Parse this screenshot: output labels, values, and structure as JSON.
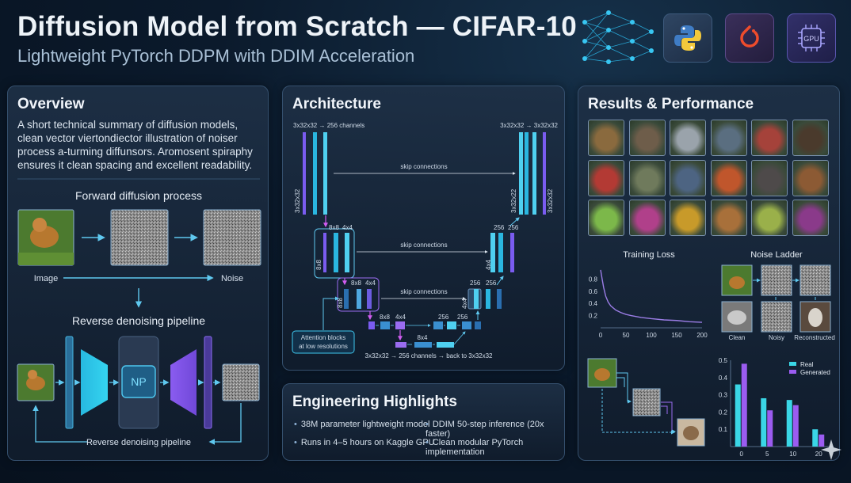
{
  "header": {
    "title": "Diffusion Model from Scratch — CIFAR-10",
    "subtitle": "Lightweight PyTorch DDPM with DDIM Acceleration",
    "gpu_label": "GPU"
  },
  "overview": {
    "title": "Overview",
    "body": "A short technical summary of diffusion models, clean vector viertondiector illustration of noiser process  a-turming diffunsors. Aromosent spiraphy ensures it clean spacing and excellent readability.",
    "forward_title": "Forward diffusion process",
    "image_label": "Image",
    "noise_label": "Noise",
    "reverse_title": "Reverse denoising pipeline",
    "np_label": "NP",
    "reverse_caption": "Reverse denoising pipeline"
  },
  "architecture": {
    "title": "Architecture",
    "top_left": "3x32x32 → 256 channels",
    "top_right": "3x32x32 → 3x32x32",
    "skip1": "skip connections",
    "skip2": "skip connections",
    "skip3": "skip connections",
    "left_vert": "3x32x32",
    "right_vert": "3x32x22",
    "l2_8x8": "8x8",
    "l2_4x4": "4x4",
    "l2_side": "8x8",
    "l3_8x8": "8x8",
    "l3_4x4": "4x4",
    "l3_side": "8x8",
    "l4_8x8": "8x8",
    "l4_4x4": "4x4",
    "r2_a": "256",
    "r2_b": "256",
    "r2_side": "4x4",
    "r3_a": "256",
    "r3_b": "256",
    "r3_side": "4x4",
    "r4_a": "256",
    "r4_b": "256",
    "bottom_mid": "8x4",
    "attention": "Attention blocks at low resolutions",
    "attention_line1": "Attention blocks",
    "attention_line2": "at low resolutions",
    "bottom_caption": "3x32x32 → 256 channels → back to 3x32x32"
  },
  "highlights": {
    "title": "Engineering Highlights",
    "items": [
      "38M parameter lightweight model",
      "DDIM 50-step inference (20x faster)",
      "Runs in 4–5 hours on Kaggle GPU",
      "Clean modular PyTorch implementation"
    ]
  },
  "results": {
    "title": "Results & Performance",
    "training_loss_title": "Training Loss",
    "noise_ladder_title": "Noise Ladder",
    "ladder_labels": [
      "Clean",
      "Noisy",
      "Reconstructed"
    ],
    "samples": [
      {
        "name": "dog",
        "color": "#8a6a3e"
      },
      {
        "name": "deer",
        "color": "#6e5d4a"
      },
      {
        "name": "car-white",
        "color": "#9aa3ab"
      },
      {
        "name": "truck",
        "color": "#5a6e80"
      },
      {
        "name": "car-red",
        "color": "#a5423a"
      },
      {
        "name": "dog-dark",
        "color": "#4a3a2c"
      },
      {
        "name": "car-red-2",
        "color": "#b33a34"
      },
      {
        "name": "cow",
        "color": "#6f7a5c"
      },
      {
        "name": "car-blue",
        "color": "#4d6482"
      },
      {
        "name": "car-orange",
        "color": "#c0562c"
      },
      {
        "name": "cat",
        "color": "#4e4a4a"
      },
      {
        "name": "hen",
        "color": "#8c5a34"
      },
      {
        "name": "parrot",
        "color": "#7cb84a"
      },
      {
        "name": "flowers",
        "color": "#b0408a"
      },
      {
        "name": "balls",
        "color": "#c89a2a"
      },
      {
        "name": "chicken",
        "color": "#a8703a"
      },
      {
        "name": "bird-green",
        "color": "#9ab04a"
      },
      {
        "name": "bird-purple",
        "color": "#8a3a8a"
      }
    ],
    "bar_legend": [
      "Real",
      "Generated"
    ]
  },
  "chart_data": [
    {
      "type": "line",
      "title": "Training Loss",
      "x": [
        0,
        3,
        6,
        10,
        15,
        20,
        30,
        40,
        50,
        60,
        80,
        100,
        125,
        150,
        175,
        200
      ],
      "y": [
        0.95,
        0.8,
        0.66,
        0.52,
        0.42,
        0.36,
        0.29,
        0.25,
        0.22,
        0.2,
        0.17,
        0.15,
        0.13,
        0.12,
        0.1,
        0.09
      ],
      "xlim": [
        0,
        200
      ],
      "ylim": [
        0,
        1.0
      ],
      "xticks": [
        0,
        50,
        100,
        150,
        200
      ],
      "yticks": [
        0.2,
        0.4,
        0.6,
        0.8
      ],
      "color": "#9b7de6"
    },
    {
      "type": "bar",
      "categories": [
        "0",
        "5",
        "10",
        "20"
      ],
      "series": [
        {
          "name": "Real",
          "values": [
            0.36,
            0.28,
            0.27,
            0.1
          ],
          "color": "#3ad6e6"
        },
        {
          "name": "Generated",
          "values": [
            0.48,
            0.21,
            0.24,
            0.07
          ],
          "color": "#9b5cf0"
        }
      ],
      "ylim": [
        0,
        0.5
      ],
      "yticks": [
        0.1,
        0.2,
        0.3,
        0.4,
        0.5
      ],
      "legend": "top-right"
    }
  ]
}
